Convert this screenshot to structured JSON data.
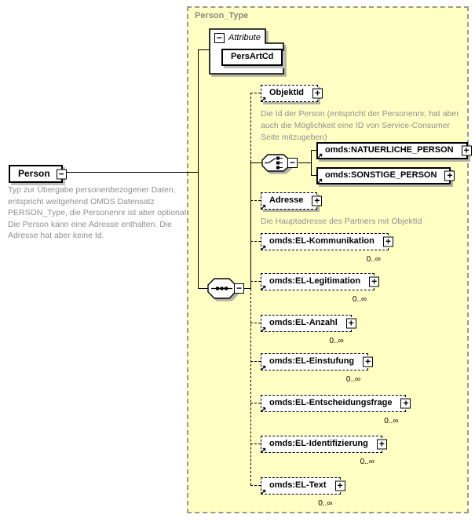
{
  "diagram": {
    "root": {
      "name": "Person",
      "annotation": "Typ zur Übergabe personenbezogener Daten, entspricht weitgehend OMDS Datensatz PERSON_Type, die Personennr ist aber optional. Die Person kann eine Adresse enthalten. Die Adresse hat aber keine Id."
    },
    "panel": {
      "title": "Person_Type"
    },
    "attributes": {
      "section_label": "Attribute",
      "items": [
        {
          "name": "PersArtCd"
        }
      ]
    },
    "children": [
      {
        "label": "ObjektId",
        "optional": true,
        "annotation": "Die Id der Person (entspricht der Personennr, hat aber auch die Möglichkeit eine ID von Service-Consumer Seite mitzugeben)"
      },
      {
        "kind": "choice",
        "options": [
          {
            "label": "omds:NATUERLICHE_PERSON"
          },
          {
            "label": "omds:SONSTIGE_PERSON"
          }
        ]
      },
      {
        "label": "Adresse",
        "optional": true,
        "annotation": "Die Hauptadresse des Partners mit ObjektId"
      },
      {
        "label": "omds:EL-Kommunikation",
        "optional": true,
        "occurs": "0..∞"
      },
      {
        "label": "omds:EL-Legitimation",
        "optional": true,
        "occurs": "0..∞"
      },
      {
        "label": "omds:EL-Anzahl",
        "optional": true,
        "occurs": "0..∞"
      },
      {
        "label": "omds:EL-Einstufung",
        "optional": true,
        "occurs": "0..∞"
      },
      {
        "label": "omds:EL-Entscheidungsfrage",
        "optional": true,
        "occurs": "0..∞"
      },
      {
        "label": "omds:EL-Identifizierung",
        "optional": true,
        "occurs": "0..∞"
      },
      {
        "label": "omds:EL-Text",
        "optional": true,
        "occurs": "0..∞"
      }
    ]
  },
  "icons": {
    "collapse": "−",
    "expand": "+",
    "reference_arrow": "↗"
  },
  "colors": {
    "panel_background": "#ffffc4",
    "panel_border": "#9a9a8c",
    "panel_title": "#8a8a7c",
    "annotation_text": "#8f8f8f",
    "box_background": "#ffffff",
    "box_border": "#000000",
    "shadow": "#b2b2a4"
  }
}
